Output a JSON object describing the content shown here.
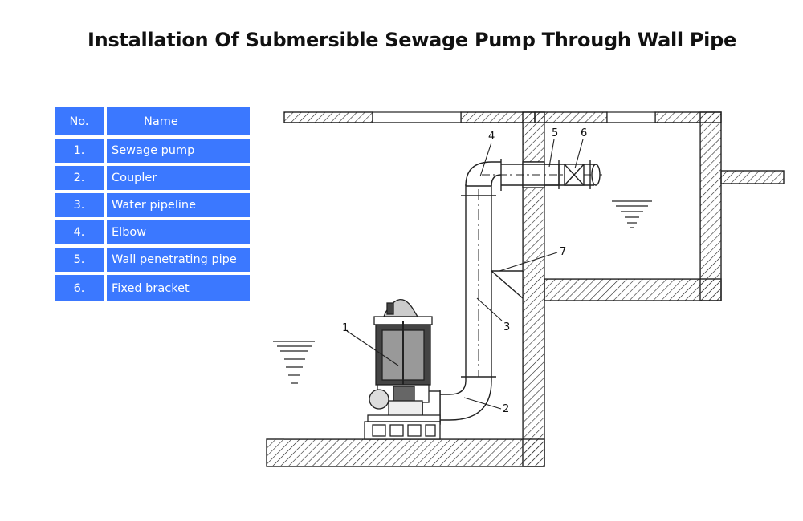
{
  "title": "Installation Of Submersible Sewage Pump Through Wall Pipe",
  "legend": {
    "header": {
      "no": "No.",
      "name": "Name"
    },
    "rows": [
      {
        "no": "1.",
        "name": "Sewage pump"
      },
      {
        "no": "2.",
        "name": "Coupler"
      },
      {
        "no": "3.",
        "name": "Water pipeline"
      },
      {
        "no": "4.",
        "name": "Elbow"
      },
      {
        "no": "5.",
        "name": "Wall penetrating pipe"
      },
      {
        "no": "6.",
        "name": "Fixed bracket"
      }
    ]
  },
  "callouts": [
    "1",
    "2",
    "3",
    "4",
    "5",
    "6",
    "7"
  ],
  "colors": {
    "legend_bg": "#3b78ff",
    "line": "#222222"
  }
}
